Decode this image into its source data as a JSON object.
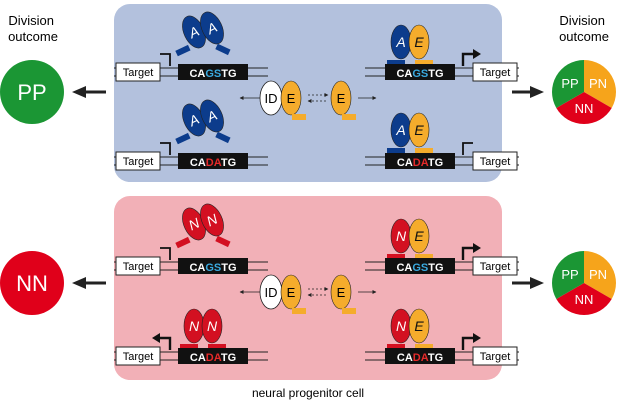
{
  "left_heading": "Division\noutcome",
  "right_heading": "Division\noutcome",
  "outcomes": {
    "pp": "PP",
    "nn": "NN",
    "pn": "PN"
  },
  "factors": {
    "a": "A",
    "e": "E",
    "n": "N",
    "id": "ID"
  },
  "target_label": "Target",
  "motifs": {
    "gs": {
      "prefix": "CA",
      "core": "GS",
      "suffix": "TG"
    },
    "da": {
      "prefix": "CA",
      "core": "DA",
      "suffix": "TG"
    }
  },
  "caption": "neural progenitor cell",
  "colors": {
    "panel_top": "#b3c1dd",
    "panel_bottom": "#f2b0b7",
    "blue_factor": "#0c3c8c",
    "red_factor": "#d31021",
    "e_factor": "#f5ac2c",
    "outcome_green": "#1b9634",
    "outcome_red": "#e0001a",
    "outcome_orange": "#f6a41b",
    "motif_core_gs": "#3aa9df",
    "motif_core_da": "#e52a2a"
  }
}
